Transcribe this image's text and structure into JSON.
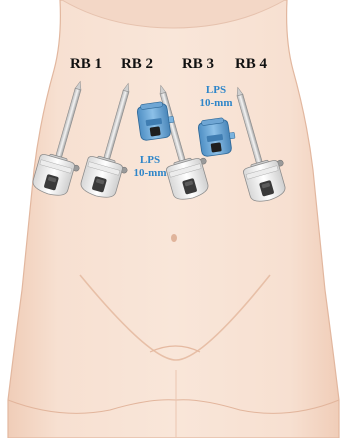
{
  "labels": {
    "rb1": "RB 1",
    "rb2": "RB 2",
    "rb3": "RB 3",
    "rb4": "RB 4",
    "lps_right_line1": "LPS",
    "lps_right_line2": "10-mm",
    "lps_left_line1": "LPS",
    "lps_left_line2": "10-mm"
  },
  "colors": {
    "skin": "#f6ddcd",
    "skin_shadow": "#ecc4ae",
    "robot_port": "#e9e9e9",
    "lps_port": "#6ea9d8",
    "label_black": "#111111",
    "label_blue": "#2f86c9"
  },
  "icons": {
    "robotic_port": "robotic-trocar-icon",
    "laparoscopic_port": "laparoscopic-trocar-icon"
  }
}
